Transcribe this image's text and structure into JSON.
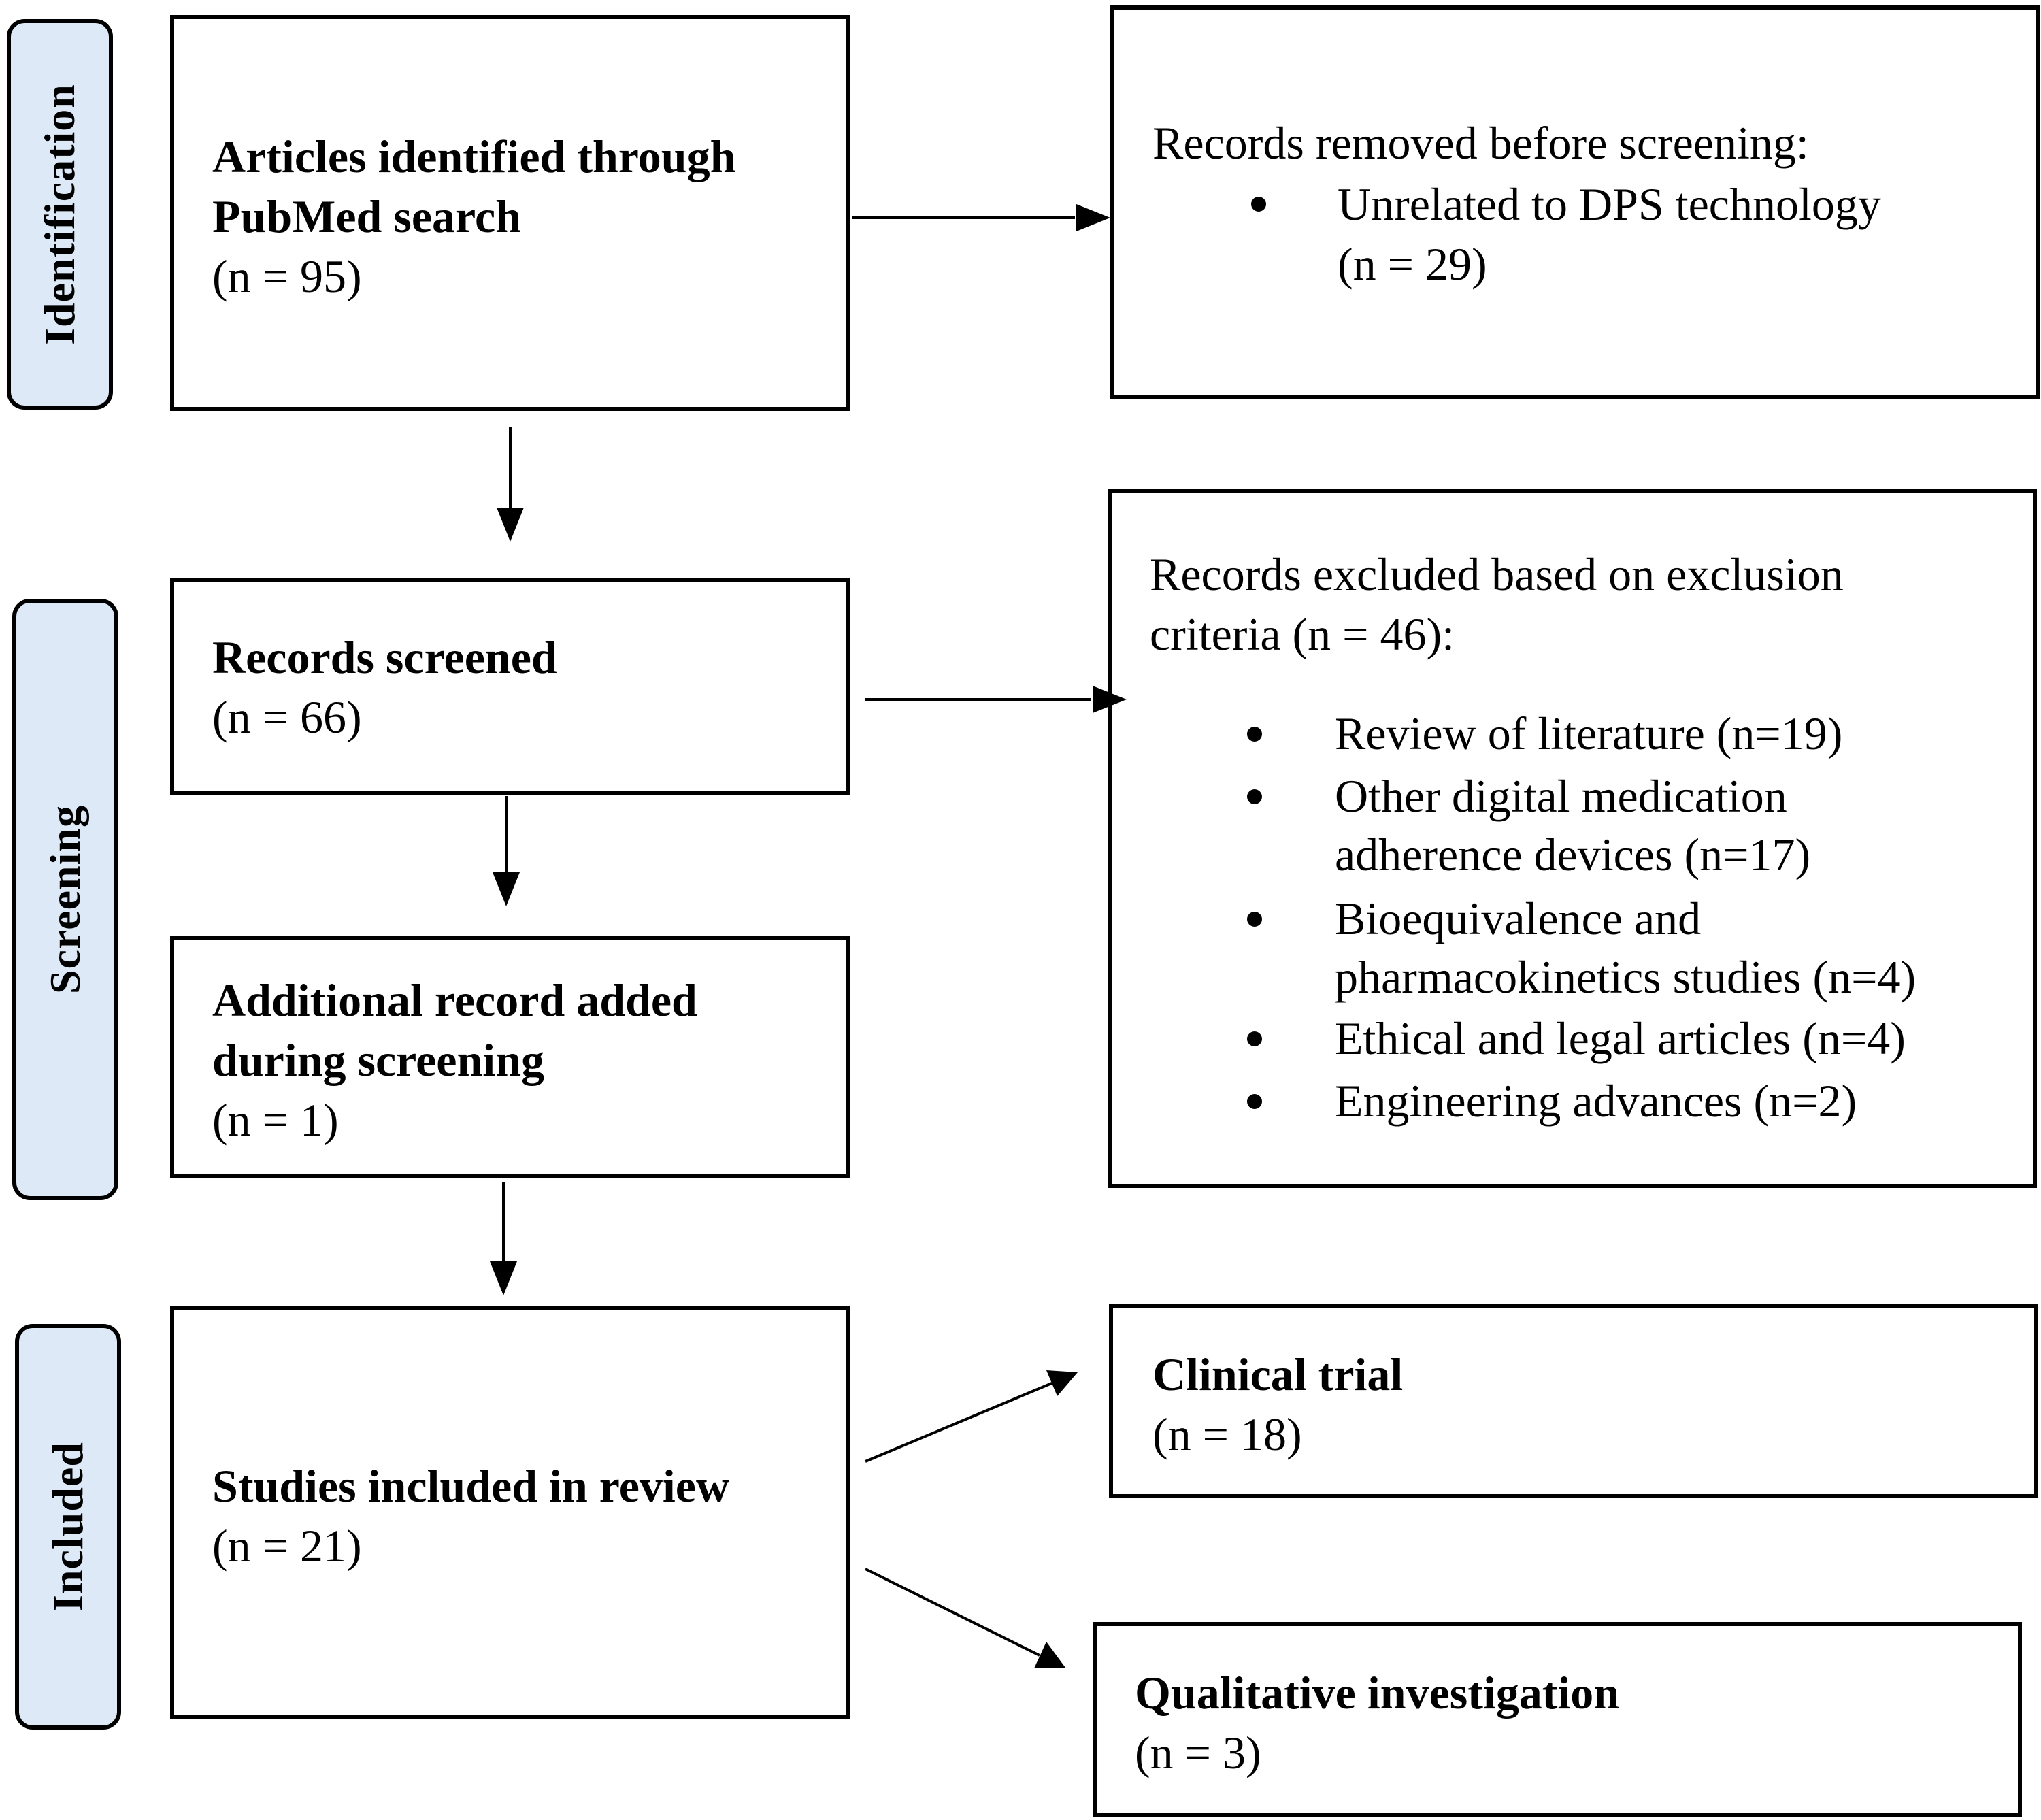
{
  "phases": {
    "identification": "Identification",
    "screening": "Screening",
    "included": "Included"
  },
  "identified": {
    "title_line1": "Articles identified through",
    "title_line2": "PubMed search",
    "count": "(n = 95)"
  },
  "removed": {
    "heading": "Records removed before screening:",
    "bullet_line1": "Unrelated to DPS technology",
    "bullet_line2": "(n = 29)"
  },
  "screened": {
    "title": "Records screened",
    "count": "(n = 66)"
  },
  "excluded": {
    "heading_line1": "Records excluded based on exclusion",
    "heading_line2": "criteria (n = 46):",
    "items": [
      {
        "line1": "Review of literature (n=19)"
      },
      {
        "line1": "Other digital medication",
        "line2": "adherence devices (n=17)"
      },
      {
        "line1": "Bioequivalence and",
        "line2": "pharmacokinetics studies (n=4)"
      },
      {
        "line1": "Ethical and legal articles (n=4)"
      },
      {
        "line1": "Engineering advances (n=2)"
      }
    ]
  },
  "additional": {
    "title_line1": "Additional record added",
    "title_line2": "during screening",
    "count": "(n = 1)"
  },
  "included_box": {
    "title": "Studies included in review",
    "count": "(n = 21)"
  },
  "clinical": {
    "title": "Clinical trial",
    "count": "(n = 18)"
  },
  "qualitative": {
    "title": "Qualitative investigation",
    "count": "(n = 3)"
  }
}
